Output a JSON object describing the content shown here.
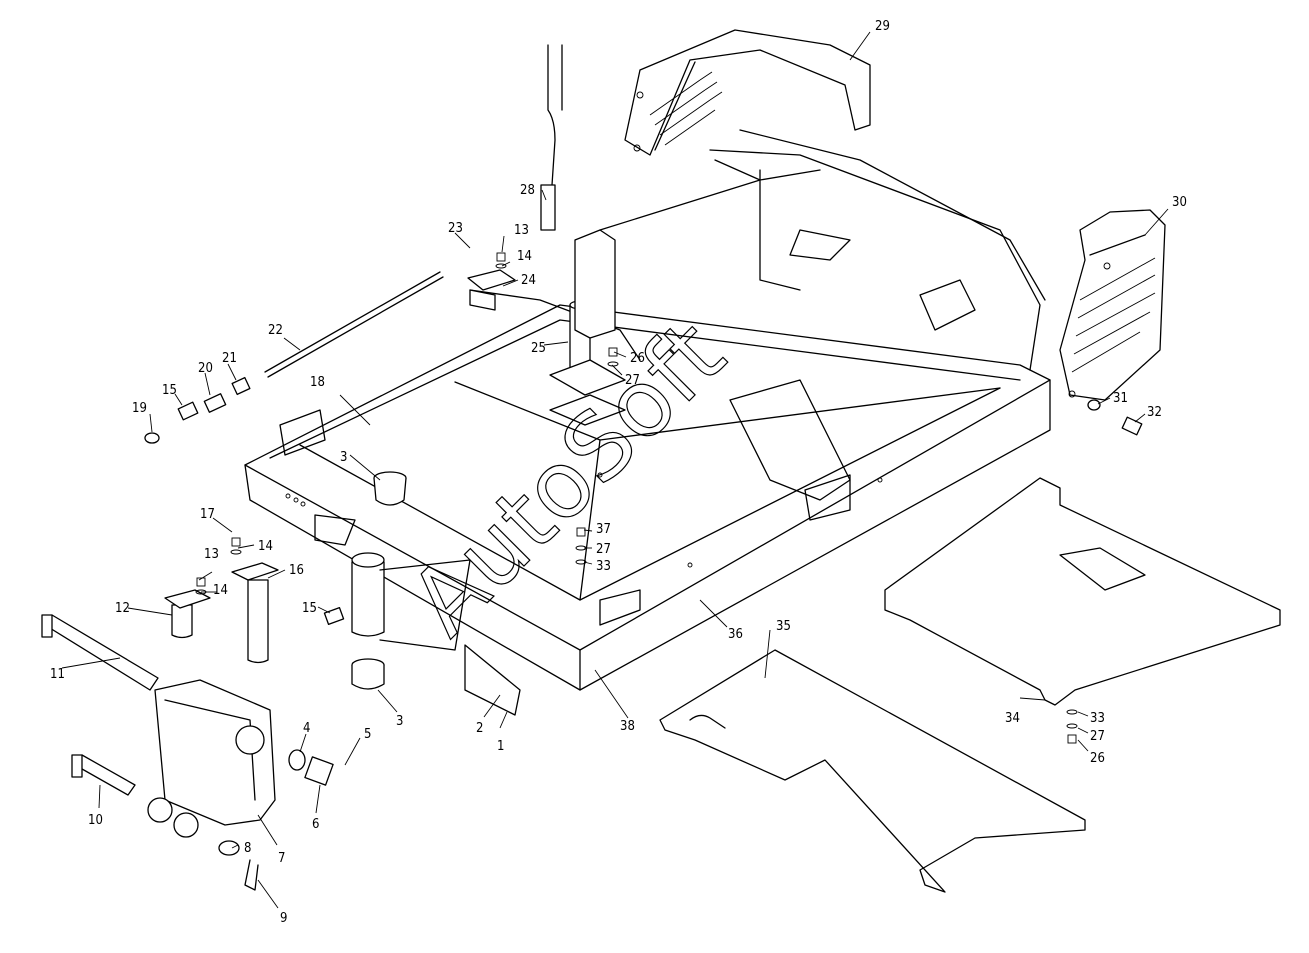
{
  "watermark": "AutoSoft",
  "part_numbers": [
    "1",
    "2",
    "3",
    "3",
    "4",
    "5",
    "6",
    "7",
    "8",
    "9",
    "10",
    "11",
    "12",
    "13",
    "13",
    "14",
    "14",
    "14",
    "15",
    "15",
    "16",
    "17",
    "18",
    "19",
    "20",
    "21",
    "22",
    "23",
    "24",
    "25",
    "26",
    "26",
    "27",
    "27",
    "27",
    "28",
    "29",
    "30",
    "31",
    "32",
    "33",
    "33",
    "34",
    "35",
    "36",
    "37",
    "38"
  ]
}
